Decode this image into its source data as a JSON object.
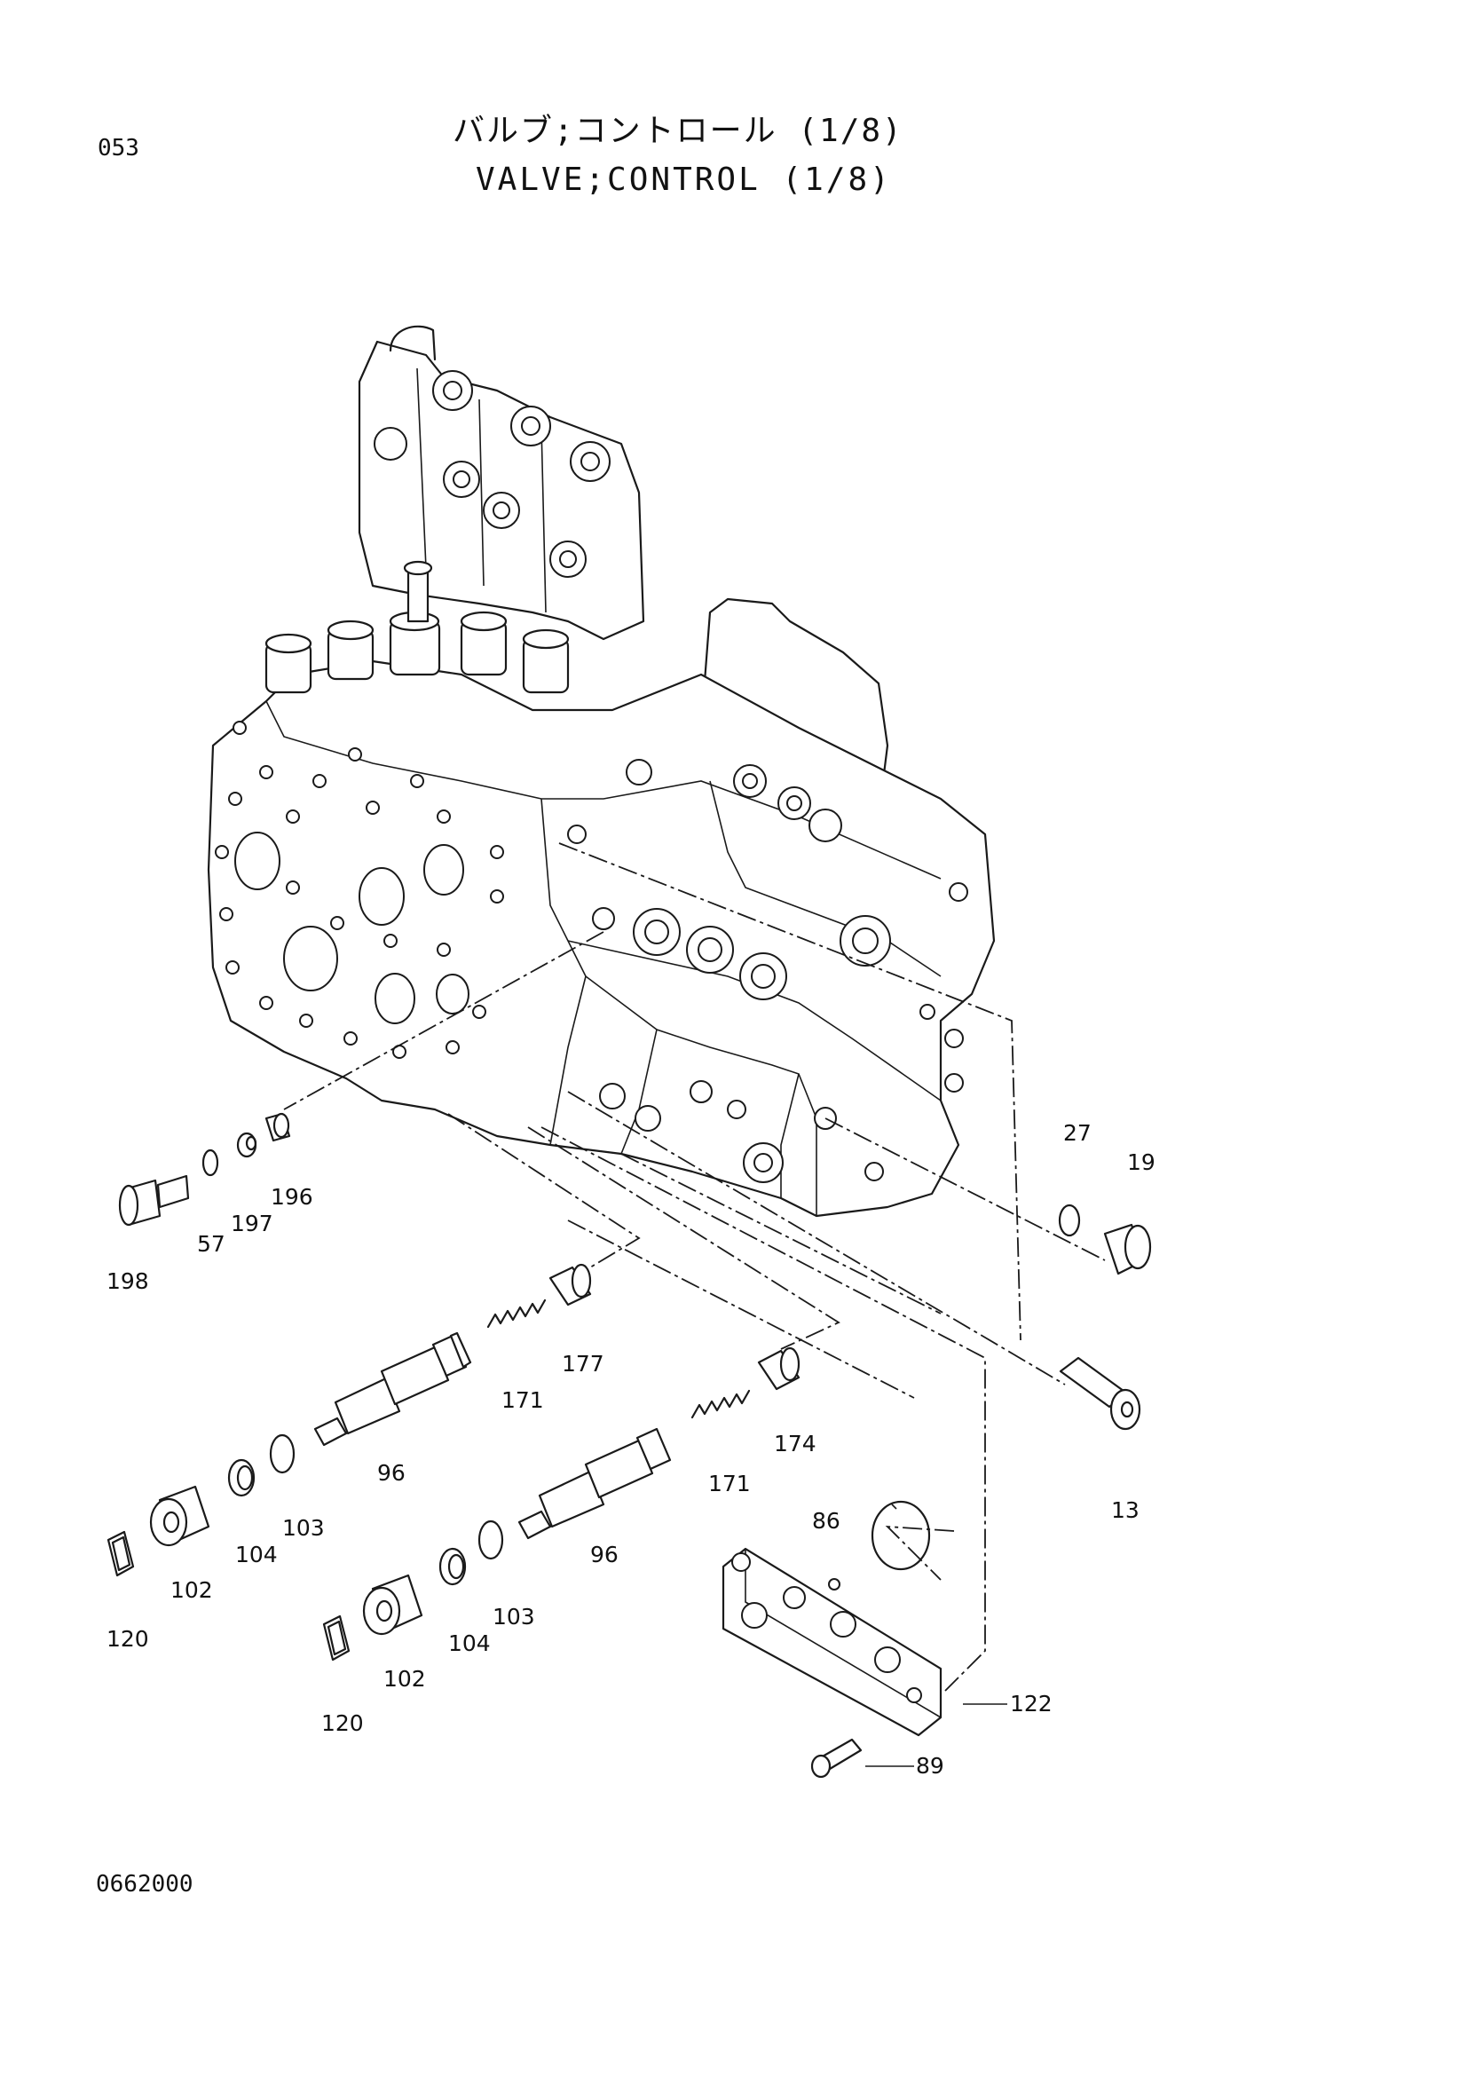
{
  "header": {
    "page_number": "053",
    "title_jp": "バルブ;コントロール (1/8)",
    "title_en": "VALVE;CONTROL (1/8)"
  },
  "footer": {
    "figure_code": "0662000"
  },
  "callouts": [
    {
      "id": "198",
      "label": "198"
    },
    {
      "id": "57",
      "label": "57"
    },
    {
      "id": "197",
      "label": "197"
    },
    {
      "id": "196",
      "label": "196"
    },
    {
      "id": "27",
      "label": "27"
    },
    {
      "id": "19",
      "label": "19"
    },
    {
      "id": "177",
      "label": "177"
    },
    {
      "id": "171a",
      "label": "171"
    },
    {
      "id": "174",
      "label": "174"
    },
    {
      "id": "171b",
      "label": "171"
    },
    {
      "id": "96a",
      "label": "96"
    },
    {
      "id": "96b",
      "label": "96"
    },
    {
      "id": "13",
      "label": "13"
    },
    {
      "id": "86",
      "label": "86"
    },
    {
      "id": "103a",
      "label": "103"
    },
    {
      "id": "104a",
      "label": "104"
    },
    {
      "id": "102a",
      "label": "102"
    },
    {
      "id": "120a",
      "label": "120"
    },
    {
      "id": "103b",
      "label": "103"
    },
    {
      "id": "104b",
      "label": "104"
    },
    {
      "id": "102b",
      "label": "102"
    },
    {
      "id": "120b",
      "label": "120"
    },
    {
      "id": "122",
      "label": "122"
    },
    {
      "id": "89",
      "label": "89"
    }
  ]
}
